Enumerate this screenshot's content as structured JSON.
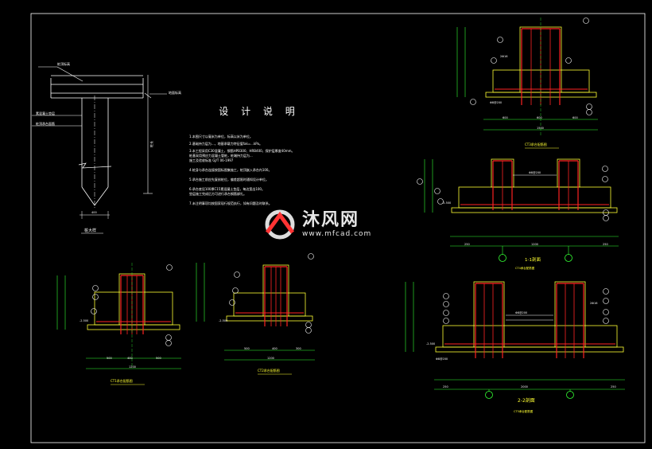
{
  "notes": {
    "title": "设 计 说 明",
    "lines": [
      "1.本图尺寸以毫米为单位，标高以米为单位。",
      "2.基础持力层为...，地基承载力特征值fak=...kPa。",
      "3.本工程采用C30混凝土，钢筋HPB300、HRB400，保护层厚度40mm。",
      "  桩基采用预应力混凝土管桩，桩端持力层为...",
      "  施工及验收标准 GJ/T    06-1997",
      "4.桩身与承台连接按国标图集施工，桩顶嵌入承台内100。",
      "5.承台施工前应先复核桩位，偏差超限时通知设计单位。",
      "6.承台底设100厚C15素混凝土垫层，每边宽出100。",
      "  垫层施工完成后方可进行承台钢筋绑扎。",
      "7.未注明事项均按国家现行规范执行，如有问题及时联系。"
    ]
  },
  "labels": {
    "pile_ground": "桩顶标高",
    "pile_cushion": "素混凝土垫层",
    "pile_cap": "桩顶承台面筋",
    "pile_mark": "地面标高",
    "pile_length": "桩长",
    "pile_section": "桩大样",
    "section_11": "1-1剖面",
    "section_22": "2-2剖面",
    "cap_title_1": "CT1承台配筋图",
    "cap_title_2": "CT2承台配筋图",
    "cap_title_3": "CT3承台配筋图",
    "cap_title_4": "CT4承台配筋图",
    "cap_title_5": "CT5承台配筋图",
    "dim_600": "600",
    "dim_1200": "1200",
    "dim_250": "250",
    "dim_2000": "2000",
    "dim_1500": "1500",
    "dim_500": "500",
    "dim_400": "400",
    "dim_300": "300",
    "rebar_a": "Φ8@200",
    "rebar_b": "2Φ16",
    "elev": "-2.500"
  },
  "watermark": {
    "brand": "沐风网",
    "url": "www.mfcad.com"
  },
  "colors": {
    "background": "#000000",
    "line": "#ffffff",
    "cap": "#ffff33",
    "rebar": "#ff2222",
    "accent": "#33ff33",
    "dim": "#33ff33",
    "leader": "#ffffff"
  }
}
